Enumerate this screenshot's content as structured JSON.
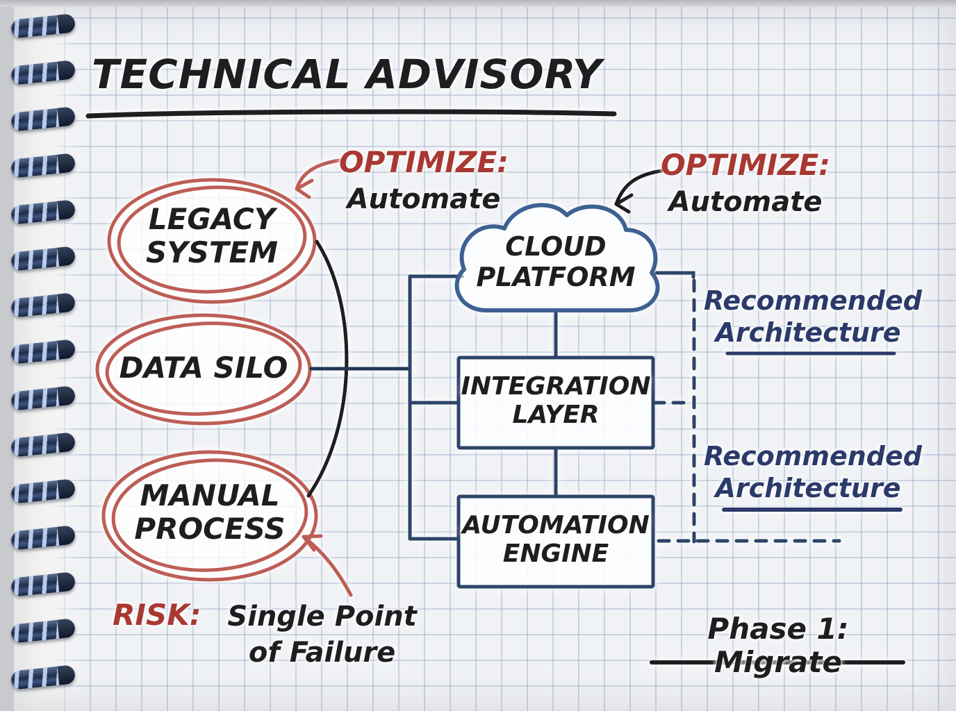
{
  "title": {
    "text": "TECHNICAL ADVISORY"
  },
  "colors": {
    "ink_black": "#1e1d1f",
    "marker_red": "#bd5e56",
    "text_red": "#a93832",
    "navy": "#2d4468",
    "cloud_blue": "#3d6190",
    "text_navy": "#2b3a6a",
    "paper": "#f1f2f5",
    "grid_line": "#aebdd6"
  },
  "left_nodes": [
    {
      "label": "LEGACY\nSYSTEM"
    },
    {
      "label": "DATA SILO"
    },
    {
      "label": "MANUAL\nPROCESS"
    }
  ],
  "center_nodes": [
    {
      "label": "CLOUD\nPLATFORM"
    },
    {
      "label": "INTEGRATION\nLAYER"
    },
    {
      "label": "AUTOMATION\nENGINE"
    }
  ],
  "annotations": {
    "optimize_left": {
      "label": "OPTIMIZE:",
      "value": "Automate"
    },
    "optimize_right": {
      "label": "OPTIMIZE:",
      "value": "Automate"
    },
    "recommended_top": "Recommended\nArchitecture",
    "recommended_bottom": "Recommended\nArchitecture",
    "risk_label": "RISK:",
    "risk_value": "Single Point of Failure",
    "phase": "Phase 1: Migrate"
  }
}
